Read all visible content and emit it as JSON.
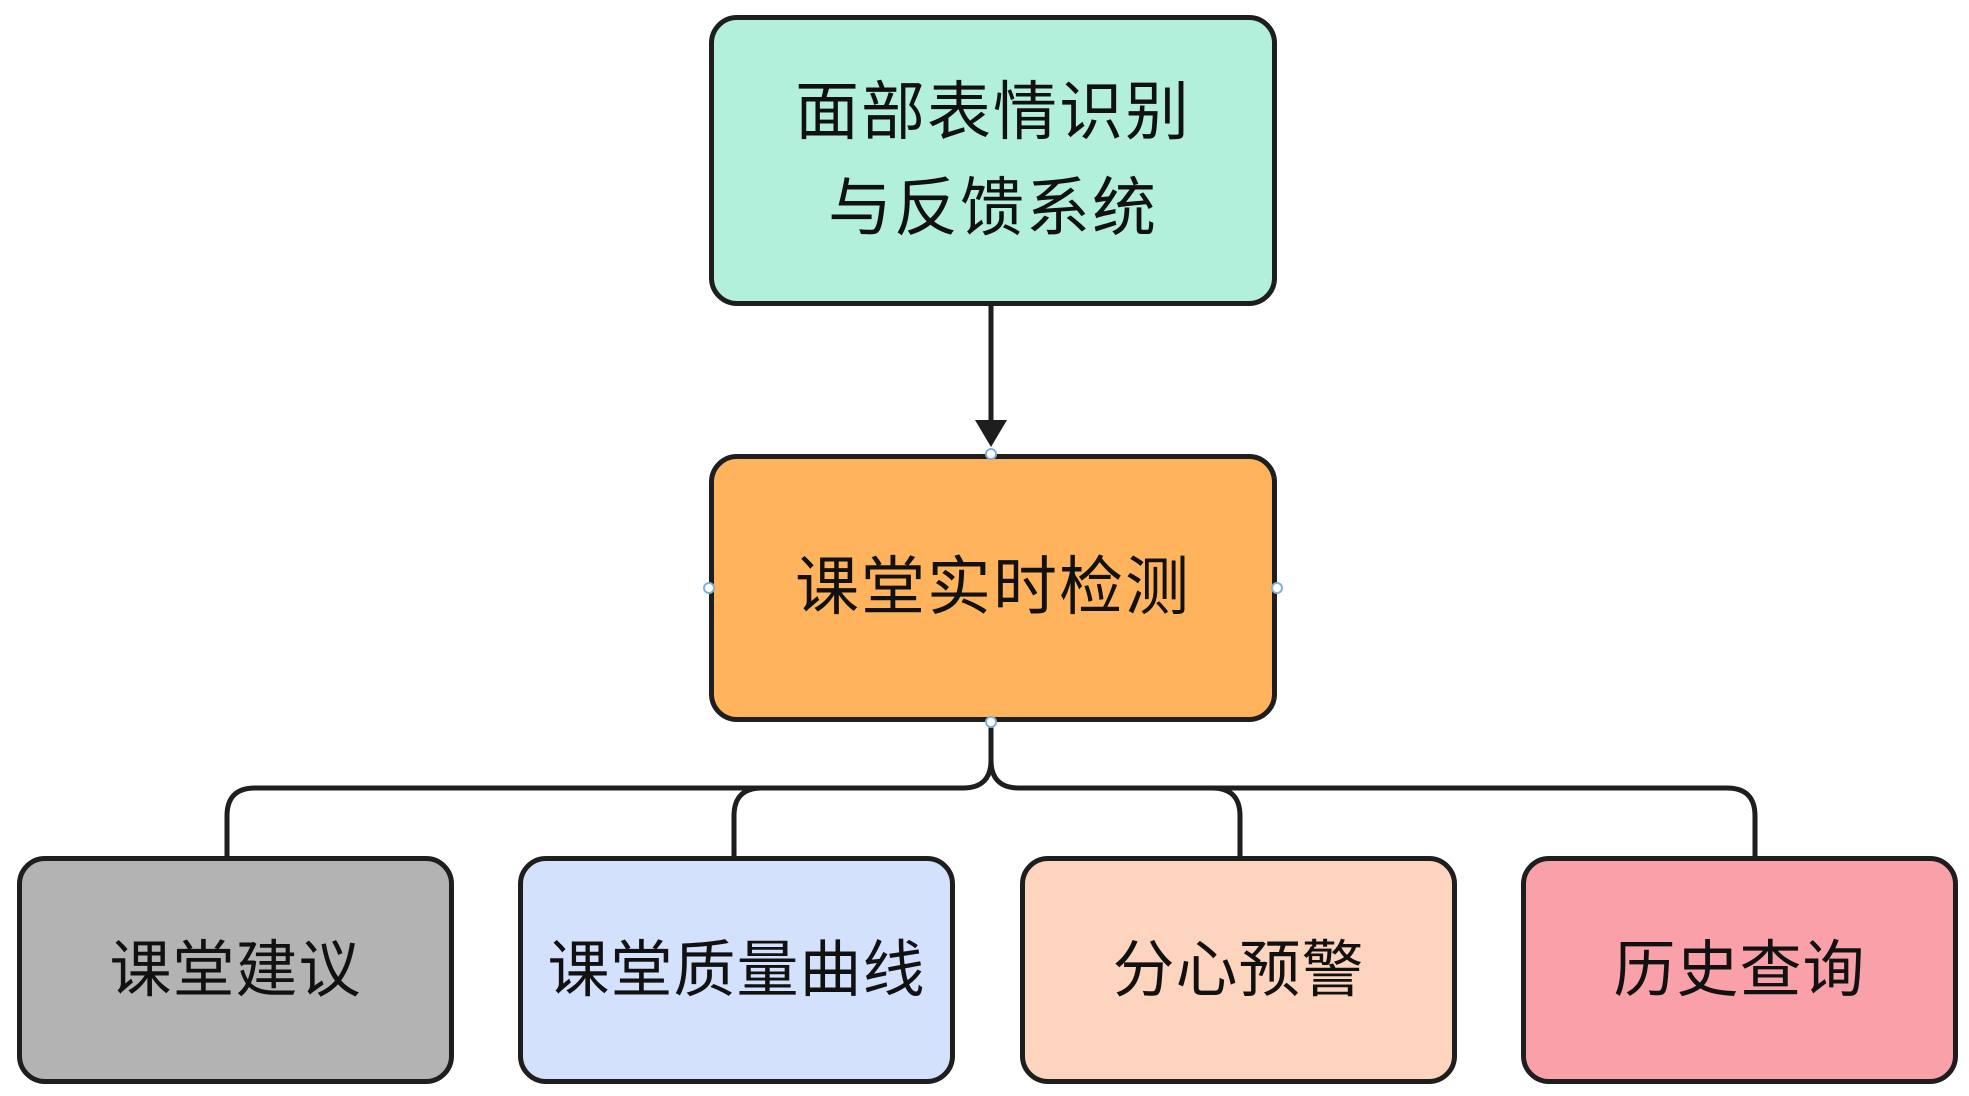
{
  "diagram": {
    "root": {
      "label": "面部表情识别\n与反馈系统",
      "color": "#b3f0dc"
    },
    "middle": {
      "label": "课堂实时检测",
      "color": "#ffb35c"
    },
    "children": [
      {
        "label": "课堂建议",
        "color": "#b3b3b3"
      },
      {
        "label": "课堂质量曲线",
        "color": "#d4e1fc"
      },
      {
        "label": "分心预警",
        "color": "#fdd4bd"
      },
      {
        "label": "历史查询",
        "color": "#f9a0a8"
      }
    ],
    "edge_color": "#1e1e1e"
  }
}
